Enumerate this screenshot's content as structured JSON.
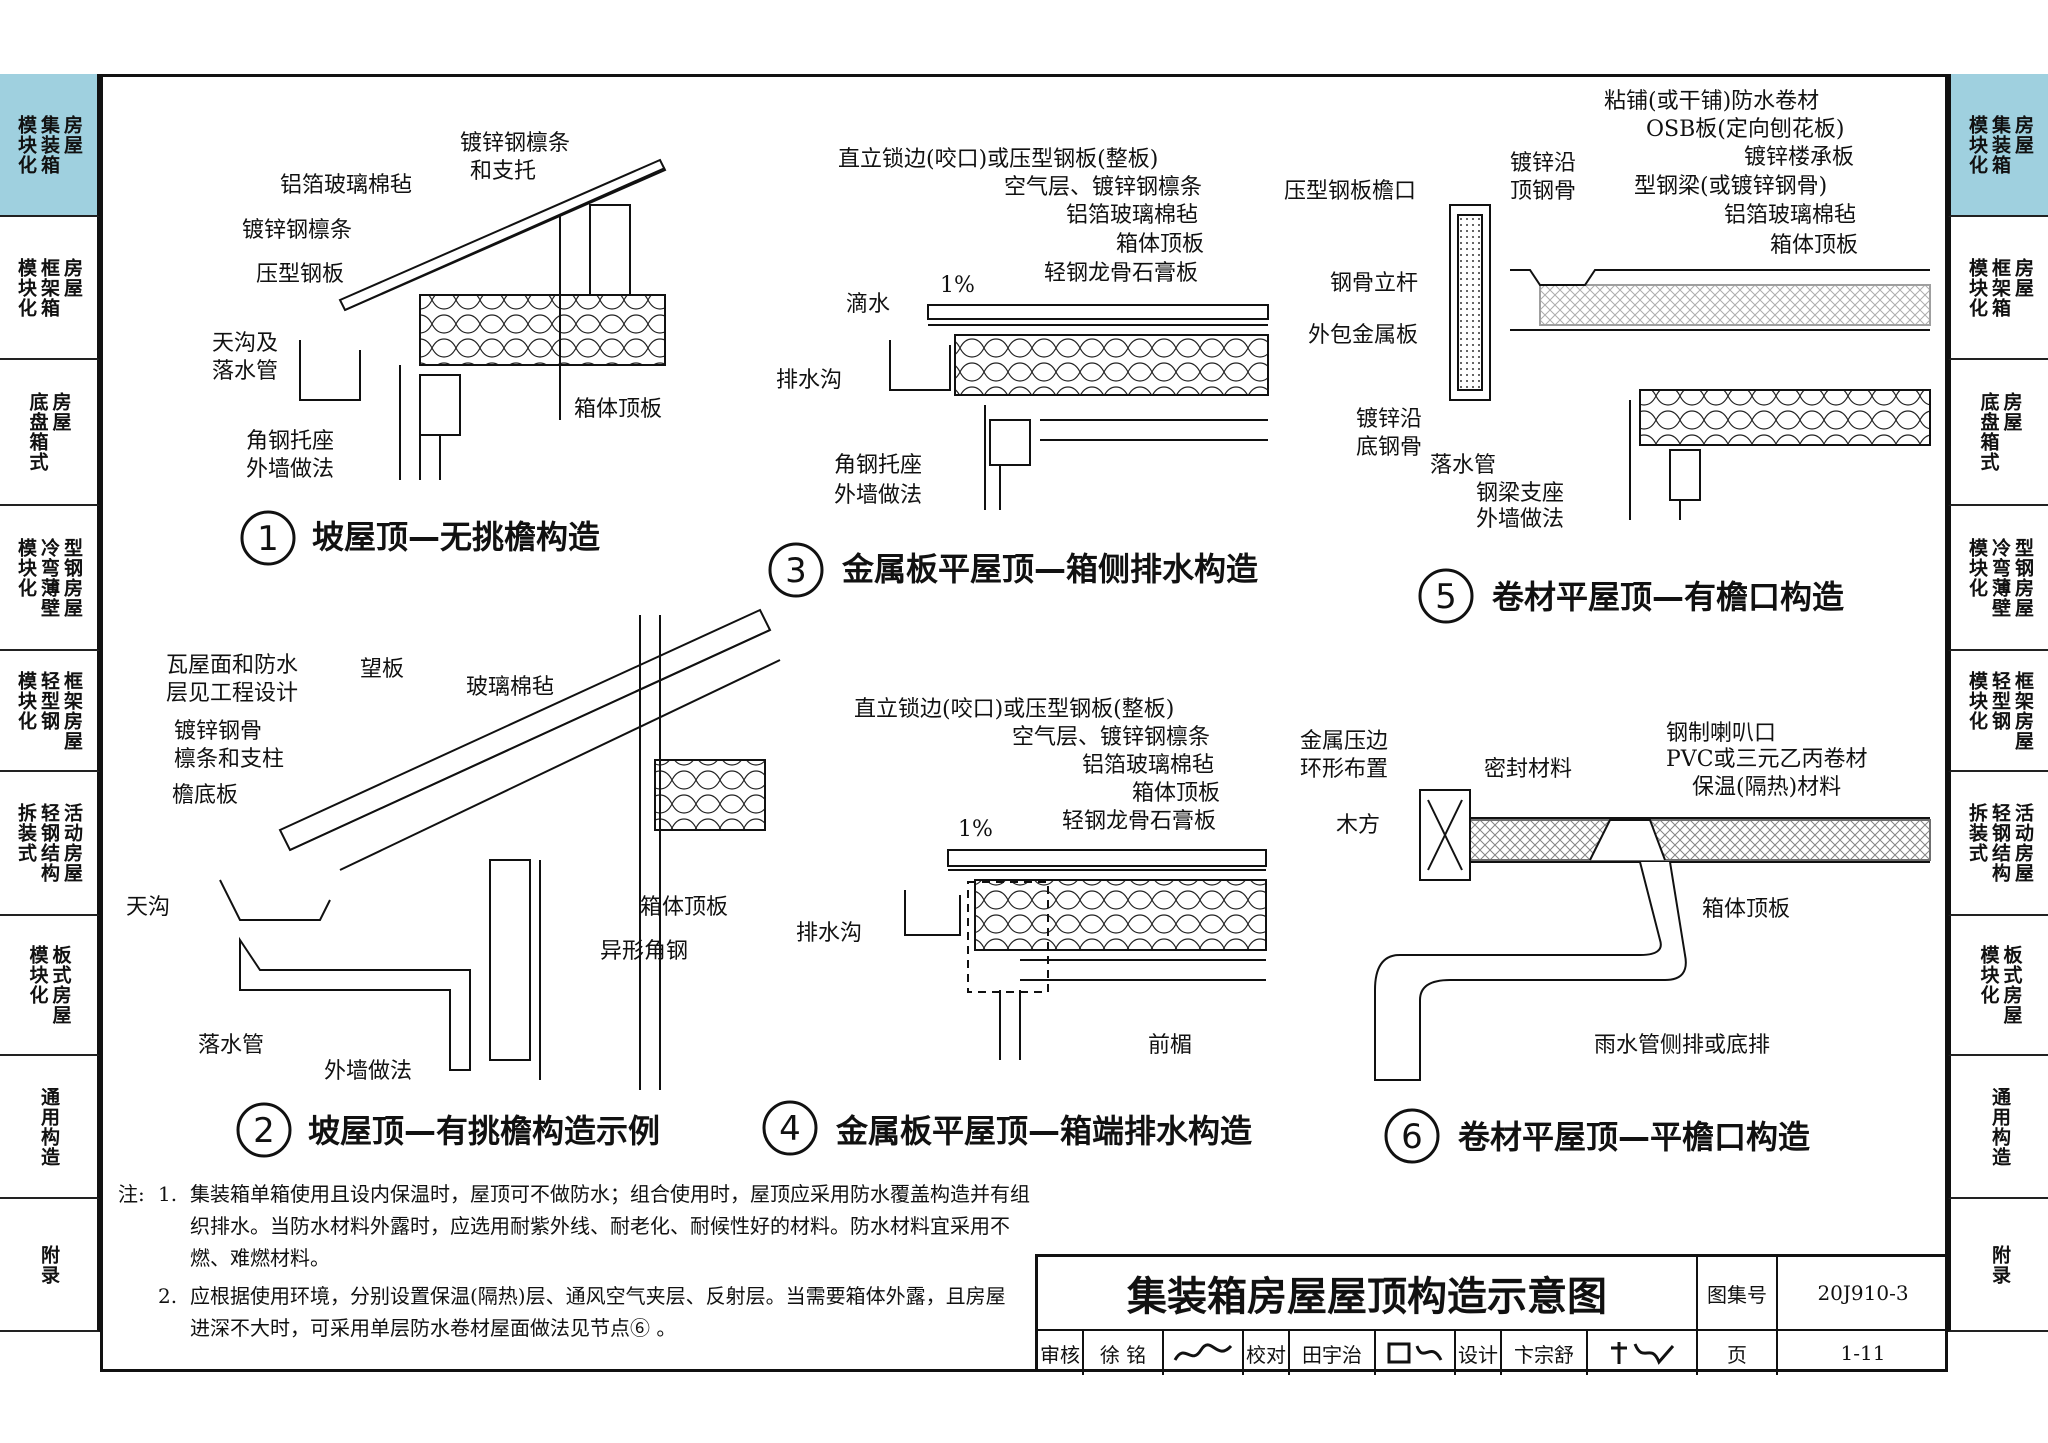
{
  "sidebar_left": [
    {
      "text": "房屋\n集装箱\n模块化",
      "active": true
    },
    {
      "text": "房屋\n框架箱\n模块化",
      "active": false
    },
    {
      "text": "房屋\n底盘箱式",
      "active": false
    },
    {
      "text": "型钢房屋\n冷弯薄壁\n模块化",
      "active": false
    },
    {
      "text": "框架房屋\n轻型钢\n模块化",
      "active": false
    },
    {
      "text": "活动房屋\n轻钢结构\n拆装式",
      "active": false
    },
    {
      "text": "板式房屋\n模块化",
      "active": false
    },
    {
      "text": "通用构造",
      "active": false
    },
    {
      "text": "附录",
      "active": false
    }
  ],
  "sidebar_right": [
    {
      "text": "房屋\n集装箱\n模块化",
      "active": true
    },
    {
      "text": "房屋\n框架箱\n模块化",
      "active": false
    },
    {
      "text": "房屋\n底盘箱式",
      "active": false
    },
    {
      "text": "型钢房屋\n冷弯薄壁\n模块化",
      "active": false
    },
    {
      "text": "框架房屋\n轻型钢\n模块化",
      "active": false
    },
    {
      "text": "活动房屋\n轻钢结构\n拆装式",
      "active": false
    },
    {
      "text": "板式房屋\n模块化",
      "active": false
    },
    {
      "text": "通用构造",
      "active": false
    },
    {
      "text": "附录",
      "active": false
    }
  ],
  "details": {
    "d1": {
      "num": "1",
      "caption": "坡屋顶—无挑檐构造",
      "labels": [
        "镀锌钢檩条",
        "和支托",
        "铝箔玻璃棉毡",
        "镀锌钢檩条",
        "压型钢板",
        "天沟及",
        "落水管",
        "角钢托座",
        "外墙做法",
        "箱体顶板"
      ]
    },
    "d2": {
      "num": "2",
      "caption": "坡屋顶—有挑檐构造示例",
      "labels": [
        "瓦屋面和防水",
        "层见工程设计",
        "望板",
        "玻璃棉毡",
        "镀锌钢骨",
        "檩条和支柱",
        "檐底板",
        "天沟",
        "箱体顶板",
        "异形角钢",
        "落水管",
        "外墙做法"
      ]
    },
    "d3": {
      "num": "3",
      "caption": "金属板平屋顶—箱侧排水构造",
      "labels": [
        "直立锁边(咬口)或压型钢板(整板)",
        "空气层、镀锌钢檩条",
        "铝箔玻璃棉毡",
        "箱体顶板",
        "轻钢龙骨石膏板",
        "滴水",
        "排水沟",
        "角钢托座",
        "外墙做法"
      ],
      "slope": "1%"
    },
    "d4": {
      "num": "4",
      "caption": "金属板平屋顶—箱端排水构造",
      "labels": [
        "直立锁边(咬口)或压型钢板(整板)",
        "空气层、镀锌钢檩条",
        "铝箔玻璃棉毡",
        "箱体顶板",
        "轻钢龙骨石膏板",
        "排水沟",
        "前楣"
      ],
      "slope": "1%"
    },
    "d5": {
      "num": "5",
      "caption": "卷材平屋顶—有檐口构造",
      "labels": [
        "粘铺(或干铺)防水卷材",
        "OSB板(定向刨花板)",
        "镀锌楼承板",
        "型钢梁(或镀锌钢骨)",
        "铝箔玻璃棉毡",
        "箱体顶板",
        "压型钢板檐口",
        "镀锌沿",
        "顶钢骨",
        "钢骨立杆",
        "外包金属板",
        "镀锌沿",
        "底钢骨",
        "落水管",
        "钢梁支座",
        "外墙做法"
      ]
    },
    "d6": {
      "num": "6",
      "caption": "卷材平屋顶—平檐口构造",
      "labels": [
        "金属压边",
        "环形布置",
        "密封材料",
        "钢制喇叭口",
        "PVC或三元乙丙卷材",
        "保温(隔热)材料",
        "木方",
        "箱体顶板",
        "雨水管侧排或底排"
      ]
    }
  },
  "notes": {
    "label": "注:",
    "items": [
      {
        "num": "1.",
        "text": "集装箱单箱使用且设内保温时，屋顶可不做防水；组合使用时，屋顶应采用防水覆盖构造并有组织排水。当防水材料外露时，应选用耐紫外线、耐老化、耐候性好的材料。防水材料宜采用不燃、难燃材料。"
      },
      {
        "num": "2.",
        "text": "应根据使用环境，分别设置保温(隔热)层、通风空气夹层、反射层。当需要箱体外露，且房屋进深不大时，可采用单层防水卷材屋面做法见节点⑥ 。"
      }
    ]
  },
  "title_block": {
    "title": "集装箱房屋屋顶构造示意图",
    "atlas_label": "图集号",
    "atlas_no": "20J910-3",
    "review_label": "审核",
    "reviewer": "徐 铭",
    "check_label": "校对",
    "checker": "田宇治",
    "design_label": "设计",
    "designer": "卞宗舒",
    "page_label": "页",
    "page_no": "1-11"
  }
}
